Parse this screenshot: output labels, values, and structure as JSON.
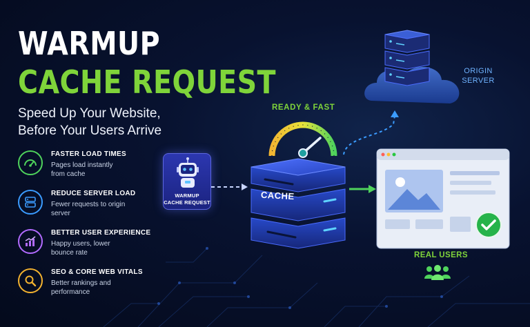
{
  "title": {
    "line1": "WARMUP",
    "line2": "CACHE REQUEST",
    "subtitle_line1": "Speed Up Your Website,",
    "subtitle_line2": "Before Your Users Arrive"
  },
  "features": [
    {
      "icon": "speedometer-icon",
      "color": "#4fd35c",
      "title": "FASTER LOAD TIMES",
      "desc": "Pages load instantly from cache"
    },
    {
      "icon": "server-icon",
      "color": "#3b9cff",
      "title": "REDUCE SERVER LOAD",
      "desc": "Fewer requests to origin server"
    },
    {
      "icon": "trend-chart-icon",
      "color": "#b26bff",
      "title": "BETTER USER EXPERIENCE",
      "desc": "Happy users, lower bounce rate"
    },
    {
      "icon": "magnifier-icon",
      "color": "#f3b22f",
      "title": "SEO & CORE WEB VITALS",
      "desc": "Better rankings and performance"
    }
  ],
  "diagram": {
    "robot_label_line1": "WARMUP",
    "robot_label_line2": "CACHE REQUEST",
    "gauge_label": "READY & FAST",
    "cache_label": "CACHE",
    "origin_label_line1": "ORIGIN",
    "origin_label_line2": "SERVER",
    "users_label": "REAL USERS"
  },
  "colors": {
    "accent_green": "#7fd43a",
    "accent_blue": "#3b9cff",
    "background": "#081230"
  }
}
